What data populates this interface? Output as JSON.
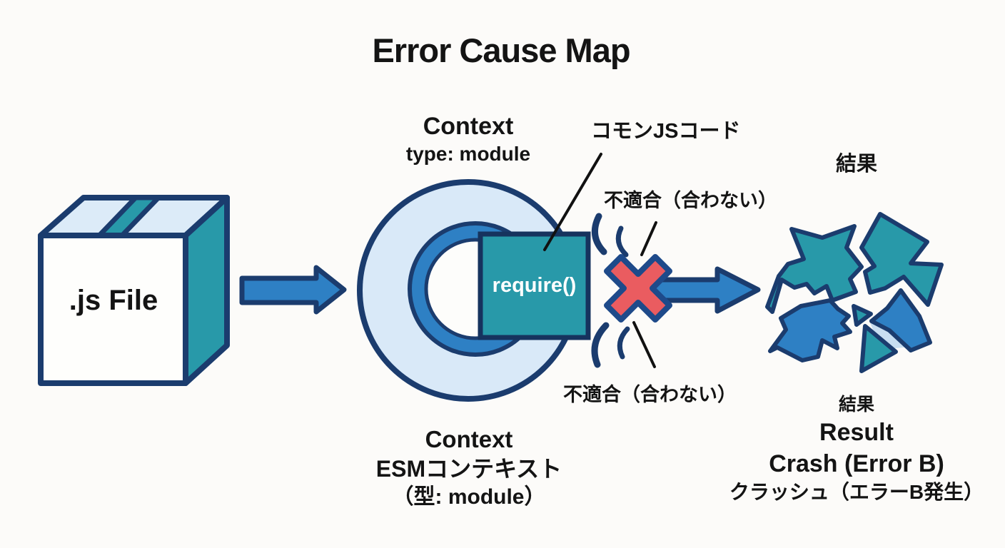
{
  "title": "Error Cause Map",
  "file_box": {
    "label": ".js File"
  },
  "context": {
    "top_label": "Context",
    "top_sub": "type: module",
    "bottom_label": "Context",
    "bottom_jp": "ESMコンテキスト",
    "bottom_type": "（型: module）"
  },
  "require_block": {
    "label": "require()",
    "callout": "コモンJSコード"
  },
  "mismatch": {
    "top": "不適合（合わない）",
    "bottom": "不適合（合わない）"
  },
  "result": {
    "top_label": "結果",
    "bottom_small": "結果",
    "label": "Result",
    "crash": "Crash (Error B)",
    "crash_jp": "クラッシュ（エラーB発生）"
  },
  "icons": [
    "js-file-box-icon",
    "flow-arrow-icon",
    "esm-context-ring-icon",
    "require-box-icon",
    "collision-x-icon",
    "crash-arrow-icon",
    "shattered-pieces-icon"
  ],
  "colors": {
    "teal": "#2899a9",
    "blue": "#2e80c4",
    "light_blue": "#d9e9f8",
    "pale_blue": "#c8def1",
    "navy": "#1b3c6e",
    "x_border": "#1e4a8a",
    "red": "#ea5c60",
    "ink": "#141414",
    "background": "#fcfbf9"
  }
}
